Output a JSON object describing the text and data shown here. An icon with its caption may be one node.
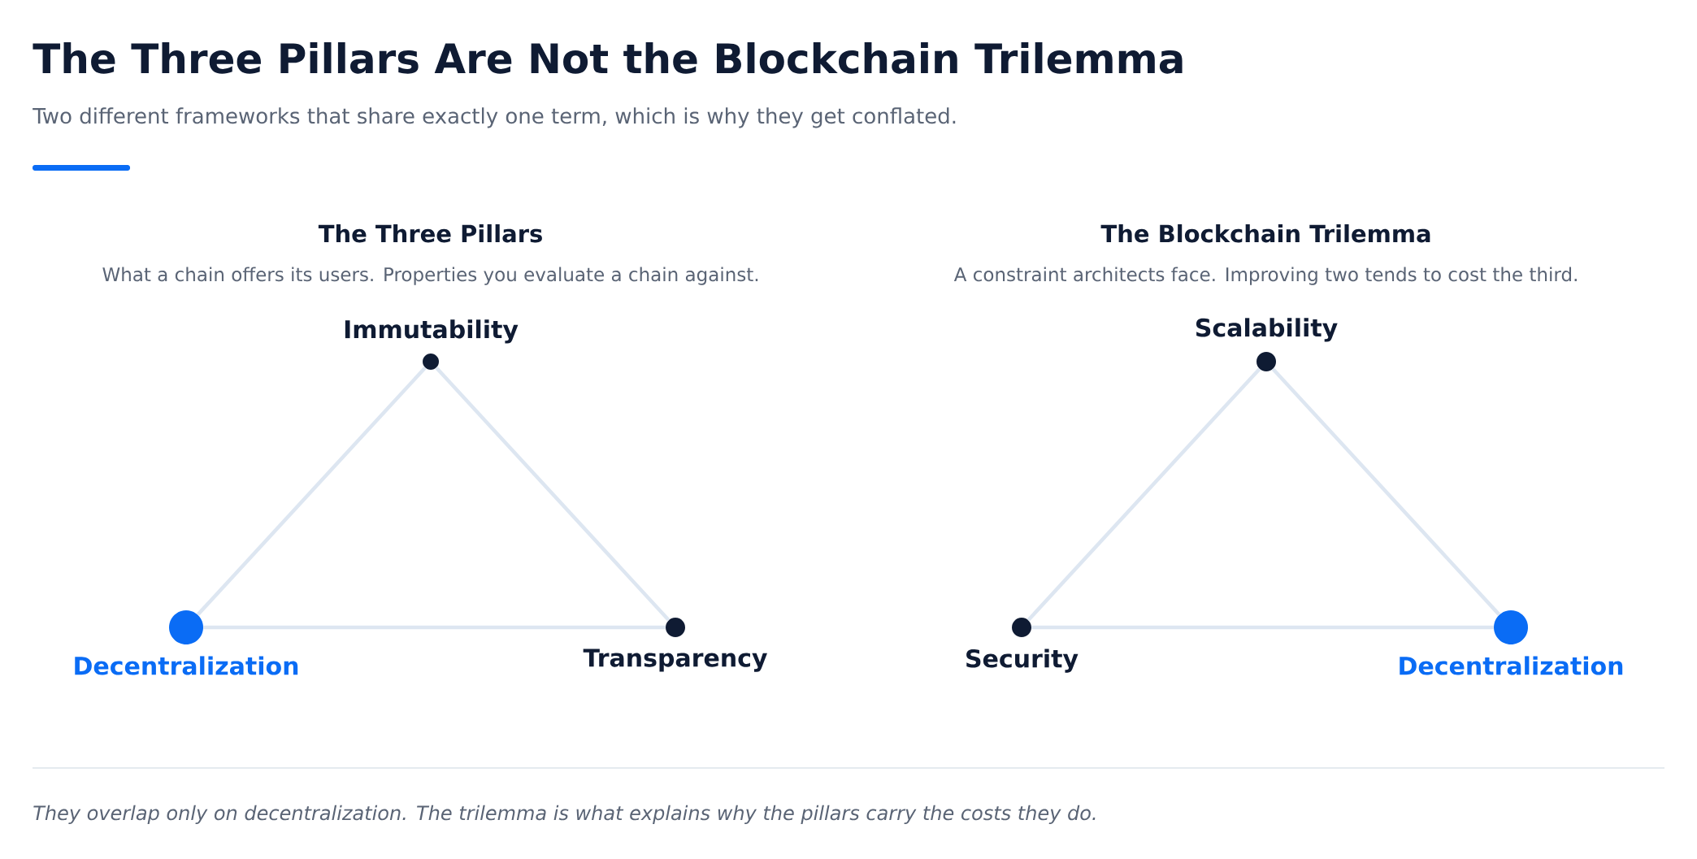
{
  "diagram": {
    "title": "The Three Pillars Are Not the Blockchain Trilemma",
    "caption": "They overlap only on decentralization. The trilemma is what explains why the pillars carry the costs they do.",
    "nodes": [
      {
        "text": [
          "Immutability"
        ]
      },
      {
        "text": [
          "Decentralization"
        ]
      },
      {
        "text": [
          "Transparency"
        ]
      },
      {
        "text": [
          "Scalability"
        ]
      },
      {
        "text": [
          "Security"
        ]
      },
      {
        "text": [
          "Decentralization"
        ]
      }
    ],
    "edges": [
      {
        "from": 0,
        "to": 1,
        "arrow": "none"
      },
      {
        "from": 0,
        "to": 2,
        "arrow": "none"
      },
      {
        "from": 1,
        "to": 2,
        "arrow": "none"
      },
      {
        "from": 3,
        "to": 4,
        "arrow": "none"
      },
      {
        "from": 3,
        "to": 5,
        "arrow": "none"
      },
      {
        "from": 4,
        "to": 5,
        "arrow": "none"
      }
    ],
    "labels": [
      "Two different frameworks that share exactly one term, which is why they get conflated.",
      "The Three Pillars",
      "What a chain offers its users. Properties you evaluate a chain against.",
      "The Blockchain Trilemma",
      "A constraint architects face. Improving two tends to cost the third."
    ]
  }
}
